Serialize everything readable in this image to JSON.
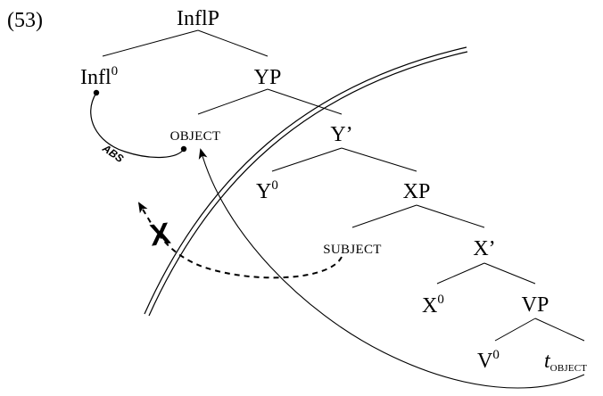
{
  "example_number": "(53)",
  "tree": {
    "inflp": "InflP",
    "infl": "Infl",
    "zero": "0",
    "yp": "YP",
    "object": "OBJECT",
    "ybar": "Y’",
    "y": "Y",
    "xp": "XP",
    "subject": "SUBJECT",
    "xbar": "X’",
    "x": "X",
    "vp": "VP",
    "v": "V",
    "trace": "t",
    "trace_sub": "OBJECT"
  },
  "arrows": {
    "abs_label": "ABS"
  },
  "blocked_mark": "X"
}
